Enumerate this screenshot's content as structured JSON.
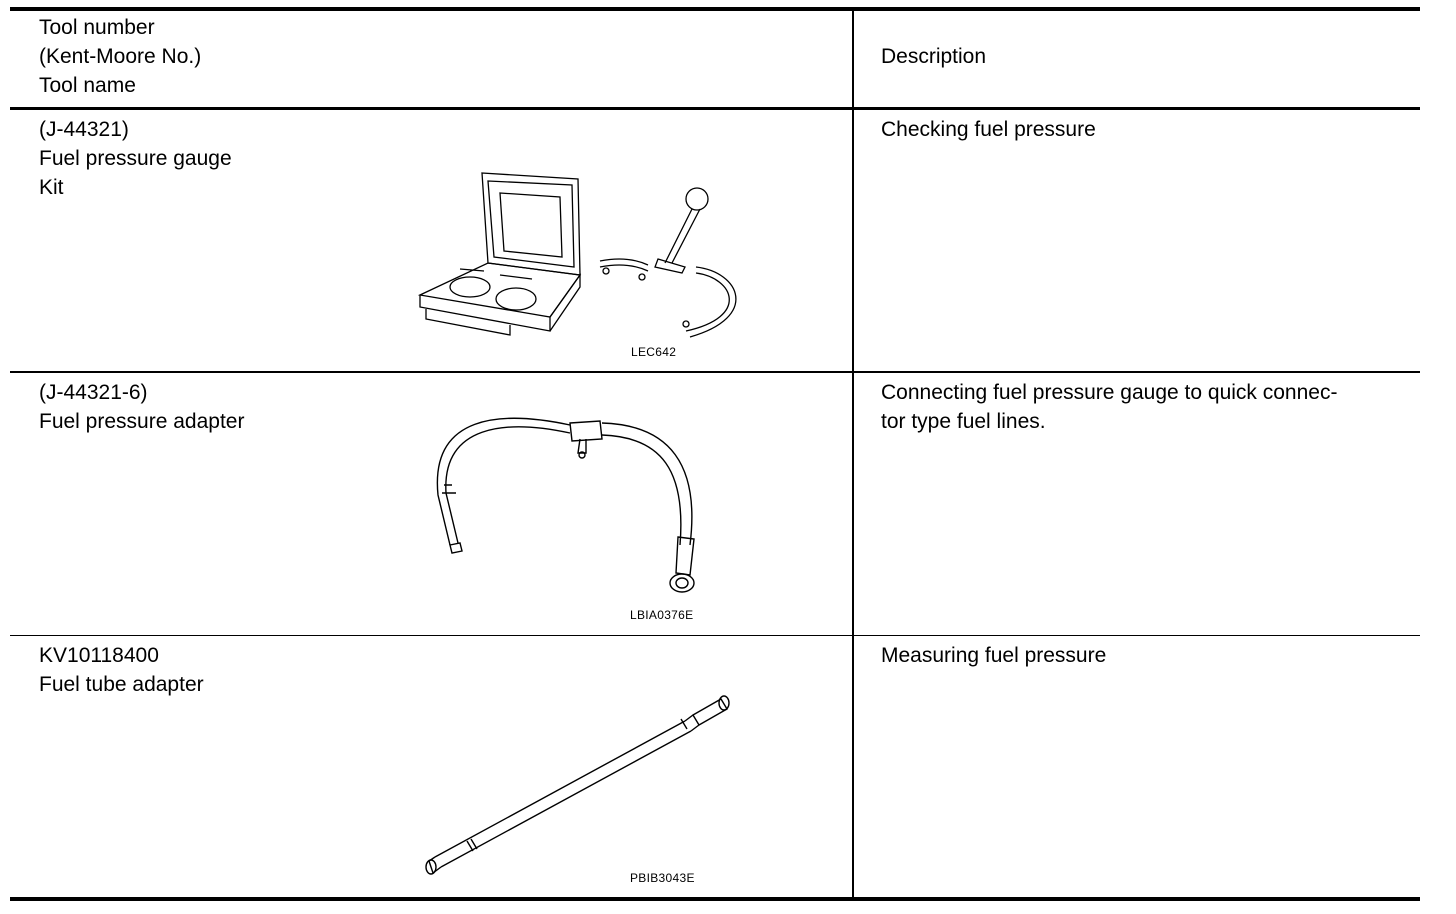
{
  "header": {
    "tool_col": [
      "Tool number",
      "(Kent-Moore No.)",
      "Tool name"
    ],
    "desc_col": "Description"
  },
  "rows": [
    {
      "lines": [
        "(J-44321)",
        "Fuel pressure gauge",
        "Kit"
      ],
      "description": [
        "Checking fuel pressure"
      ],
      "figure_label": "LEC642",
      "figure_icon": "fuel-pressure-gauge-kit-illustration"
    },
    {
      "lines": [
        "(J-44321-6)",
        "Fuel pressure adapter"
      ],
      "description": [
        "Connecting fuel pressure gauge to quick connec-",
        "tor type fuel lines."
      ],
      "figure_label": "LBIA0376E",
      "figure_icon": "fuel-pressure-adapter-hose-illustration"
    },
    {
      "lines": [
        "KV10118400",
        "Fuel tube adapter"
      ],
      "description": [
        "Measuring fuel pressure"
      ],
      "figure_label": "PBIB3043E",
      "figure_icon": "fuel-tube-adapter-illustration"
    }
  ]
}
